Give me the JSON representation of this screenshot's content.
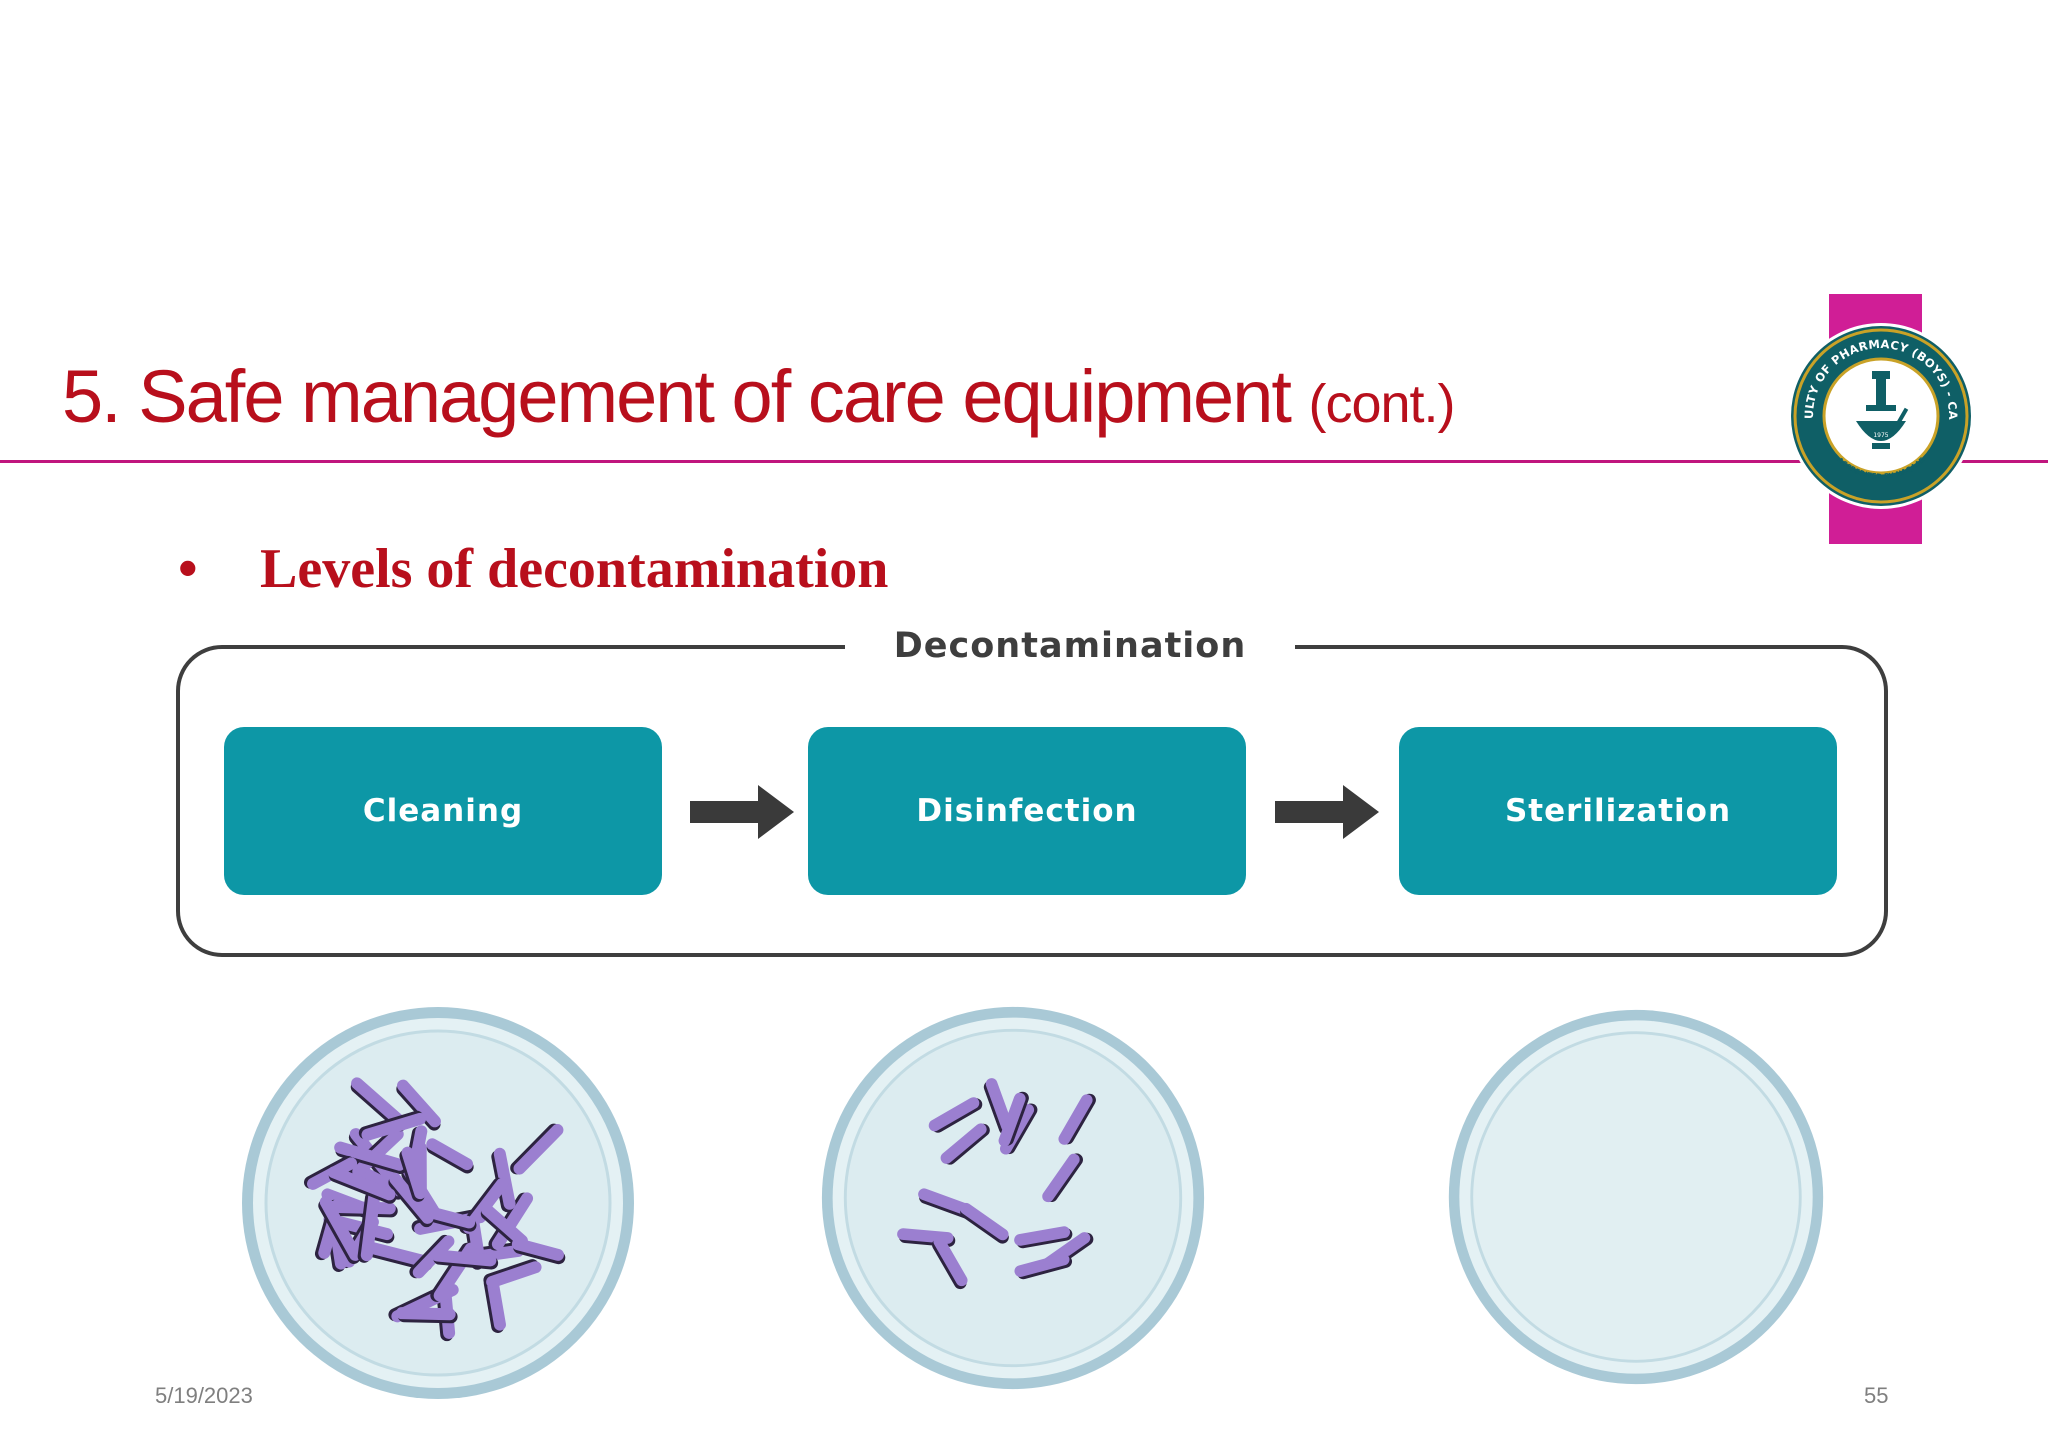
{
  "slide": {
    "title": "5. Safe management of care equipment",
    "title_suffix": "(cont.)",
    "bullet_marker": "•",
    "bullet_text": "Levels of decontamination",
    "date": "5/19/2023",
    "page_number": "55"
  },
  "logo": {
    "name": "faculty-of-pharmacy-boys-cairo-seal",
    "text_top": "FACULTY OF PHARMACY (BOYS) - CAIRO",
    "text_bottom": "ACCREDITED BY NAQAAE",
    "year": "1975",
    "band_color": "#d01e96",
    "seal_color": "#0f5f66"
  },
  "diagram": {
    "group_label": "Decontamination",
    "stages": [
      "Cleaning",
      "Disinfection",
      "Sterilization"
    ],
    "stage_color": "#0d97a6",
    "arrow_color": "#3a3a3a",
    "dishes": [
      {
        "stage": "Cleaning",
        "bacteria_level": "many"
      },
      {
        "stage": "Disinfection",
        "bacteria_level": "few"
      },
      {
        "stage": "Sterilization",
        "bacteria_level": "none"
      }
    ],
    "bacteria_color": "#9b7fd0"
  },
  "colors": {
    "title": "#b80f1c",
    "rule": "#c0167e",
    "footer": "#7f7f7f"
  }
}
